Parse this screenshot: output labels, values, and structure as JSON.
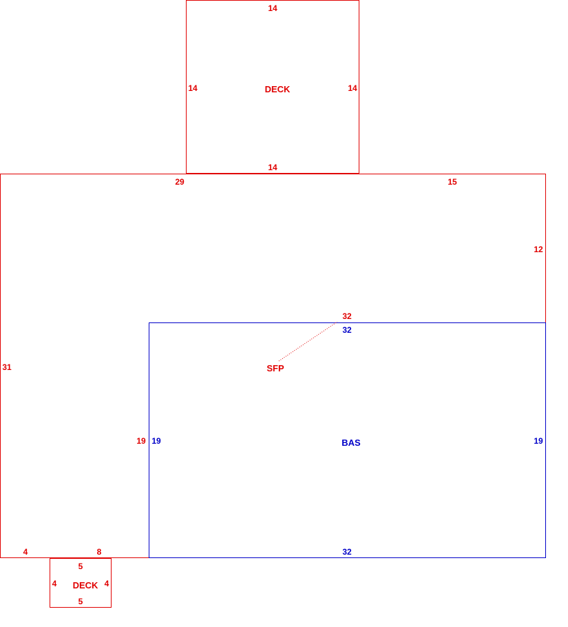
{
  "colors": {
    "red": "#e00000",
    "blue": "#0000c8",
    "background": "#ffffff"
  },
  "areas": {
    "deck_top": "DECK",
    "sfp": "SFP",
    "bas": "BAS",
    "deck_bottom": "DECK"
  },
  "dimensions": {
    "deck_top_top": "14",
    "deck_top_left": "14",
    "deck_top_right": "14",
    "deck_top_bottom": "14",
    "sfp_top_left": "29",
    "sfp_top_right": "15",
    "sfp_right": "12",
    "sfp_left": "31",
    "sfp_bottom_left": "4",
    "sfp_bottom_mid": "8",
    "sfp_inner_top": "32",
    "sfp_inner_left": "19",
    "bas_top": "32",
    "bas_left": "19",
    "bas_right": "19",
    "bas_bottom": "32",
    "deck_bottom_top": "5",
    "deck_bottom_left": "4",
    "deck_bottom_right": "4",
    "deck_bottom_bottom": "5"
  }
}
